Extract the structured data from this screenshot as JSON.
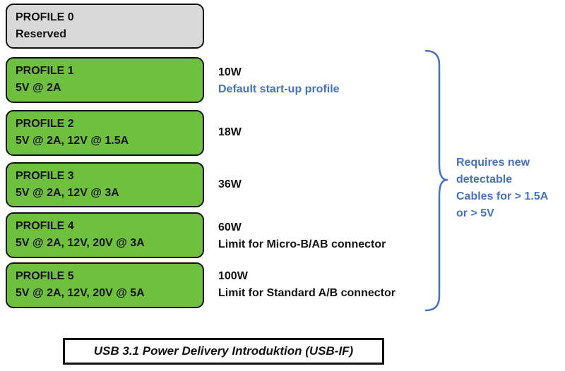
{
  "profiles": [
    {
      "name": "PROFILE 0",
      "detail": "Reserved"
    },
    {
      "name": "PROFILE 1",
      "detail": "5V @ 2A",
      "power": "10W",
      "note": "Default start-up profile"
    },
    {
      "name": "PROFILE 2",
      "detail": "5V @ 2A, 12V @ 1.5A",
      "power": "18W"
    },
    {
      "name": "PROFILE 3",
      "detail": "5V @ 2A, 12V @ 3A",
      "power": "36W"
    },
    {
      "name": "PROFILE 4",
      "detail": "5V @ 2A, 12V, 20V @ 3A",
      "power": "60W",
      "note": "Limit for Micro-B/AB connector"
    },
    {
      "name": "PROFILE 5",
      "detail": "5V @ 2A, 12V, 20V @ 5A",
      "power": "100W",
      "note": "Limit for Standard A/B connector"
    }
  ],
  "brace_label": [
    "Requires new",
    "detectable",
    "Cables for > 1.5A",
    "or > 5V"
  ],
  "caption": "USB 3.1 Power Delivery Introduktion (USB-IF)",
  "colors": {
    "reserved_fill": "#d9d9d9",
    "profile_fill": "#70c040",
    "accent_blue": "#4472c4",
    "outline": "#111111"
  }
}
